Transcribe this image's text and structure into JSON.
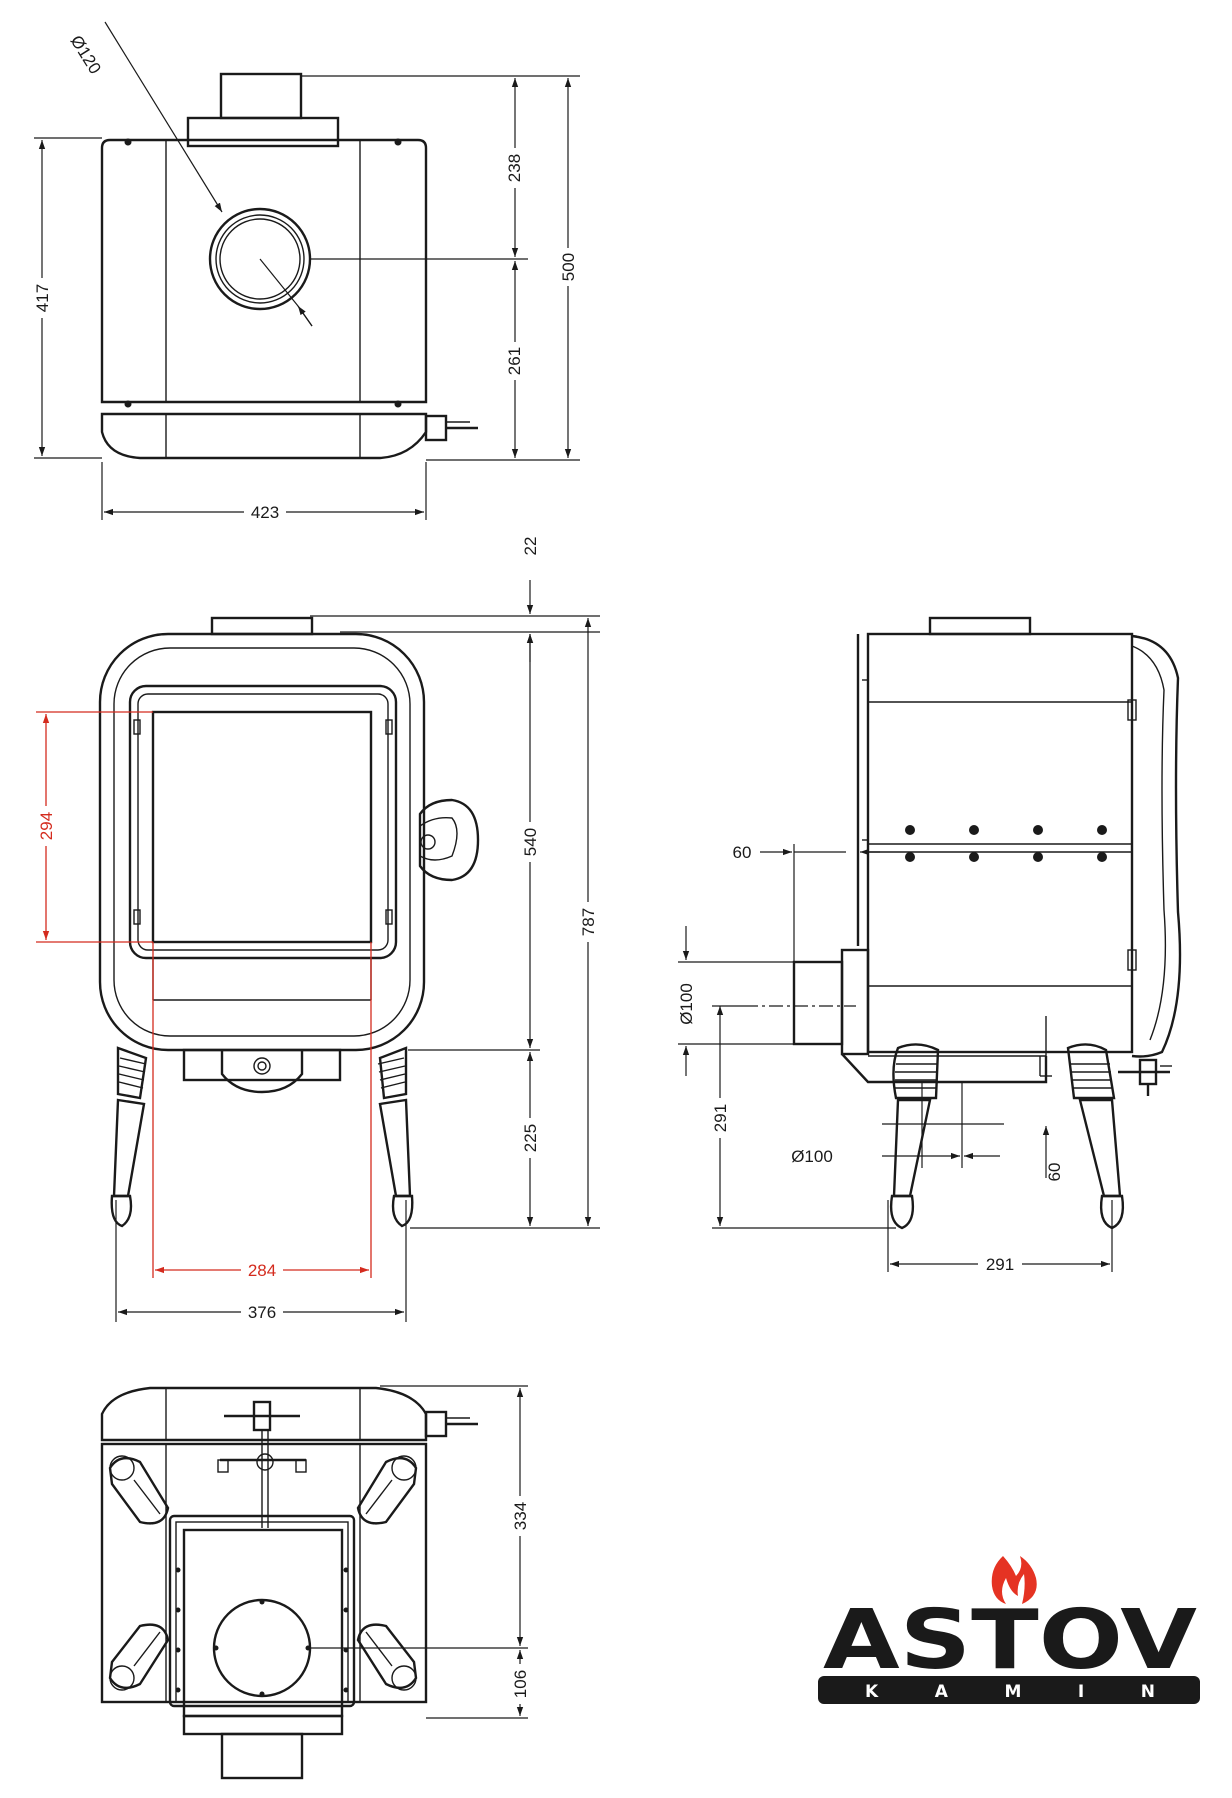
{
  "dimensions": {
    "top_diameter": "Ø120",
    "top_upper": "238",
    "top_lower": "261",
    "top_total": "500",
    "top_depth": "417",
    "top_width": "423",
    "front_top_offset": "22",
    "front_body": "540",
    "front_total": "787",
    "front_legs": "225",
    "front_glass_height": "294",
    "front_glass_width": "284",
    "front_leg_span": "376",
    "side_flue_offset": "60",
    "side_flue_diameter": "Ø100",
    "side_flue_height": "291",
    "side_air_diameter": "Ø100",
    "side_air_offset": "60",
    "side_leg_span": "291",
    "bottom_depth": "334",
    "bottom_air_offset": "106"
  },
  "logo": {
    "brand": "ASTOV",
    "subtitle": "KAMIN",
    "flame_color": "#e53323",
    "text_color": "#1a1a1a"
  },
  "colors": {
    "line": "#1a1a1a",
    "highlight": "#d42b1e"
  }
}
